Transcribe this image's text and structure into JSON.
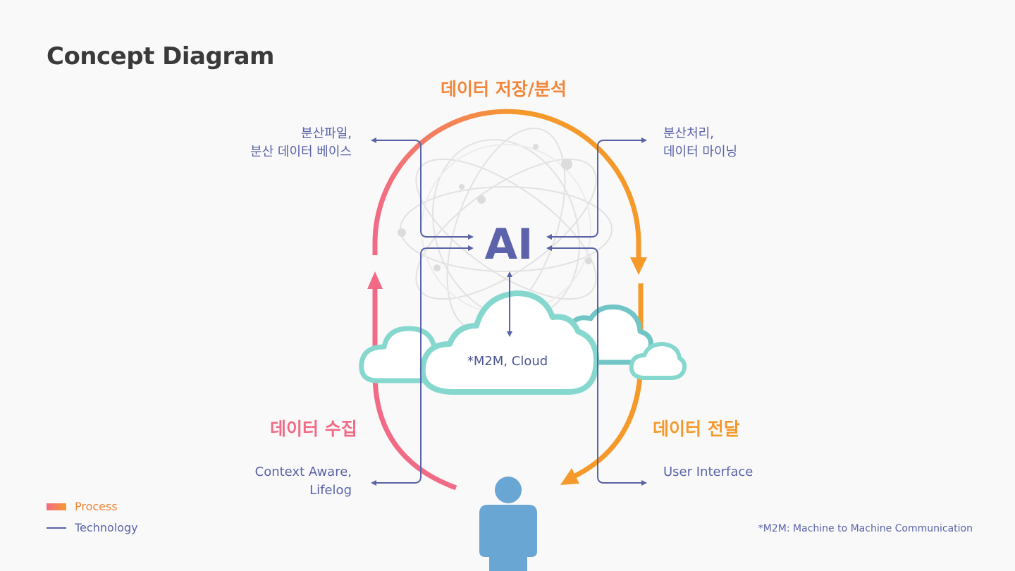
{
  "title": "Concept Diagram",
  "center": {
    "ai": "AI",
    "cloud": "*M2M, Cloud"
  },
  "process": {
    "top": "데이터 저장/분석",
    "left": "데이터 수집",
    "right": "데이터 전달"
  },
  "technology": {
    "top_left": [
      "분산파일,",
      "분산 데이터 베이스"
    ],
    "top_right": [
      "분산처리,",
      "데이터 마이닝"
    ],
    "bottom_left": [
      "Context Aware,",
      "Lifelog"
    ],
    "bottom_right": [
      "User Interface"
    ]
  },
  "legend": {
    "process": "Process",
    "technology": "Technology"
  },
  "footnote": "*M2M: Machine to Machine Communication",
  "colors": {
    "process_pink": "#f26b86",
    "process_orange": "#f59a2a",
    "technology": "#5a63a8",
    "cloud_teal": "#86d8cf",
    "person": "#6aa6d4"
  }
}
